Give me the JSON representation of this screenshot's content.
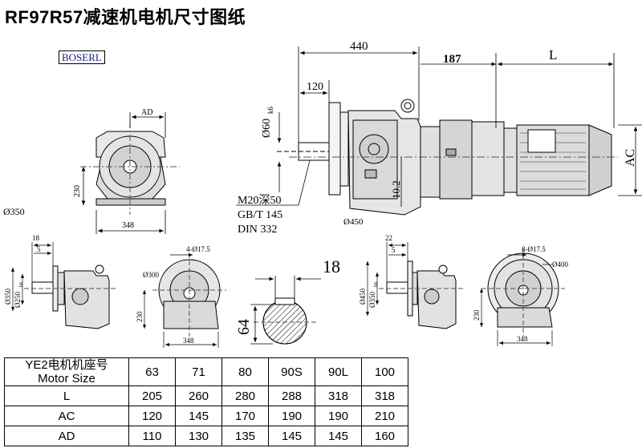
{
  "title": "RF97R57减速机电机尺寸图纸",
  "logo": "BOSERL",
  "dims": {
    "d440": "440",
    "d187": "187",
    "dL": "L",
    "d120": "120",
    "d60": "Ø60",
    "d60sub": "k6",
    "d102": "10.2",
    "dAC": "AC",
    "thread1": "M20深50",
    "thread2": "GB/T 145",
    "thread3": "DIN 332",
    "d450": "Ø450",
    "dAD": "AD",
    "d230a": "230",
    "d348a": "348",
    "d350": "Ø350",
    "v1_18": "18",
    "v1_5": "5",
    "v1_350": "Ø350",
    "v1_250": "Ø250",
    "v1_250sub": "h6",
    "v2_holes": "4-Ø17.5",
    "v2_300": "Ø300",
    "v2_230": "230",
    "v2_348": "348",
    "key_18": "18",
    "key_64": "64",
    "v3_22": "22",
    "v3_5": "5",
    "v3_450": "Ø450",
    "v3_350": "Ø350",
    "v3_350sub": "h6",
    "v4_holes": "8-Ø17.5",
    "v4_400": "Ø400",
    "v4_230": "230",
    "v4_348": "348"
  },
  "table": {
    "header": [
      "YE2电机机座号",
      "Motor Size"
    ],
    "columns": [
      "63",
      "71",
      "80",
      "90S",
      "90L",
      "100"
    ],
    "rows": [
      {
        "label": "L",
        "values": [
          "205",
          "260",
          "280",
          "288",
          "318",
          "318"
        ]
      },
      {
        "label": "AC",
        "values": [
          "120",
          "145",
          "170",
          "190",
          "190",
          "210"
        ]
      },
      {
        "label": "AD",
        "values": [
          "110",
          "130",
          "135",
          "145",
          "145",
          "160"
        ]
      }
    ]
  }
}
